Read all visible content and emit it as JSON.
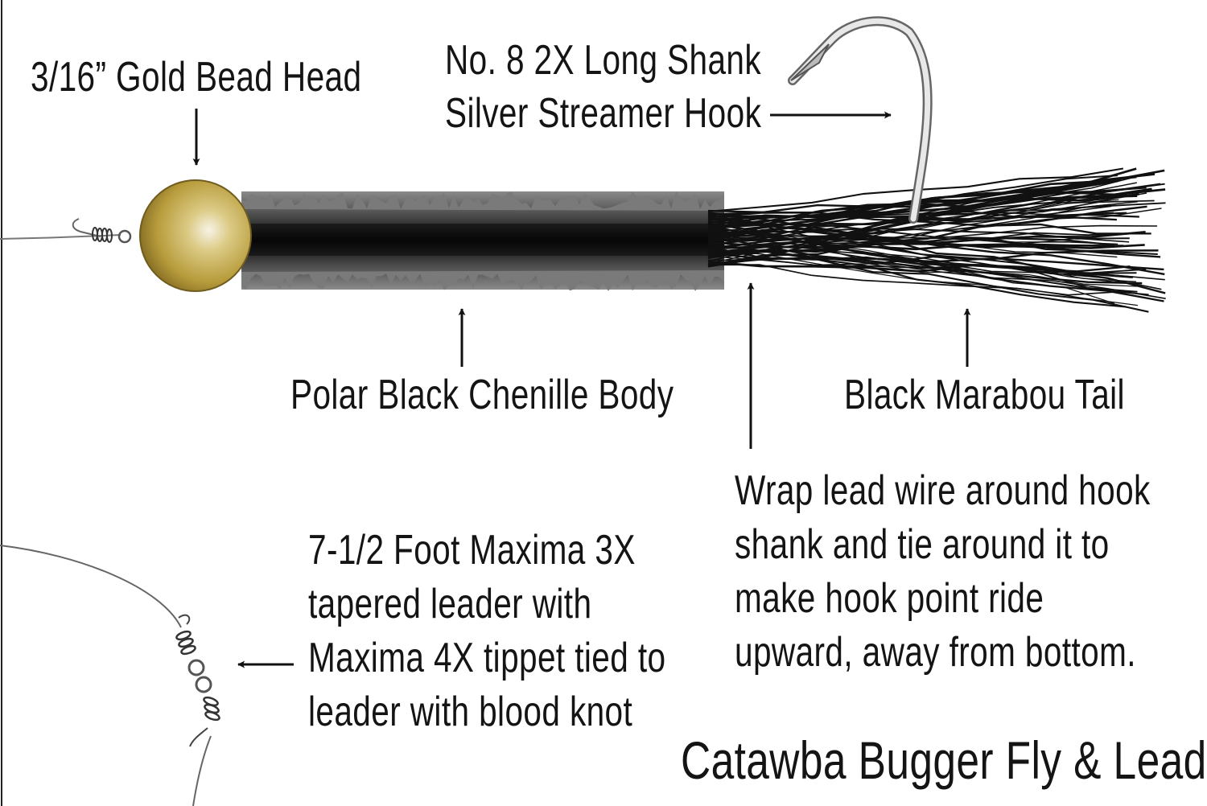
{
  "diagram": {
    "title": "Catawba Bugger Fly & Leader",
    "labels": {
      "bead_head": "3/16” Gold Bead Head",
      "hook": [
        "No. 8 2X Long Shank",
        "Silver Streamer Hook"
      ],
      "body": "Polar Black Chenille Body",
      "tail": "Black Marabou Tail",
      "lead_wire_note": [
        "Wrap lead wire around hook",
        "shank and tie around it to",
        "make hook point ride",
        "upward, away from bottom."
      ],
      "leader_note": [
        "7-1/2 Foot Maxima 3X",
        "tapered leader with",
        "Maxima 4X tippet tied to",
        "leader with blood knot"
      ]
    },
    "colors": {
      "bead_gold": "#b79b3a",
      "bead_highlight": "#f4efe0",
      "body_black": "#0c0c0c",
      "hook_silver": "#9a9a9a",
      "ink": "#141414"
    }
  }
}
